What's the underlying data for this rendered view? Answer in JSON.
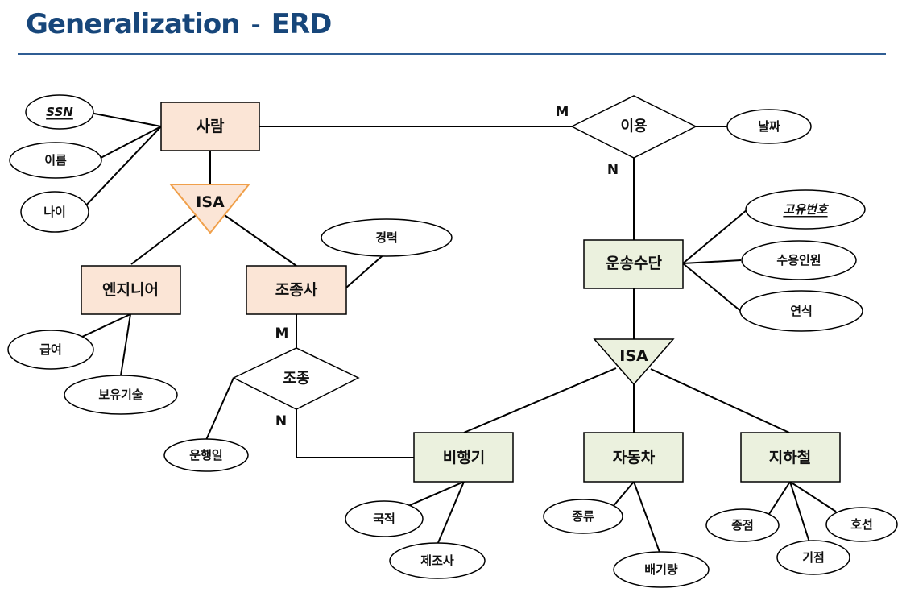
{
  "title": {
    "main": "Generalization",
    "separator": "-",
    "sub": "ERD"
  },
  "colors": {
    "title": "#17467a",
    "rule": "#2f5d94",
    "person_entity_fill": "#fbe5d6",
    "person_isa_stroke": "#f0a04b",
    "vehicle_entity_fill": "#ebf1de",
    "vehicle_isa_fill": "#ebf1de"
  },
  "entities": {
    "person": "사람",
    "engineer": "엔지니어",
    "pilot": "조종사",
    "vehicle": "운송수단",
    "airplane": "비행기",
    "car": "자동차",
    "subway": "지하철"
  },
  "relationships": {
    "use": "이용",
    "pilot": "조종"
  },
  "isa": {
    "person": "ISA",
    "vehicle": "ISA"
  },
  "attributes": {
    "ssn": "SSN",
    "name": "이름",
    "age": "나이",
    "career": "경력",
    "salary": "급여",
    "skill": "보유기술",
    "flight_day": "운행일",
    "date": "날짜",
    "vehicle_id": "고유번호",
    "capacity": "수용인원",
    "model_year": "연식",
    "nationality": "국적",
    "manufacturer": "제조사",
    "kind": "종류",
    "displacement": "배기량",
    "terminal": "종점",
    "origin": "기점",
    "line": "호선"
  },
  "cardinality": {
    "use_person": "M",
    "use_vehicle": "N",
    "pilot_pilot": "M",
    "pilot_airplane": "N"
  }
}
